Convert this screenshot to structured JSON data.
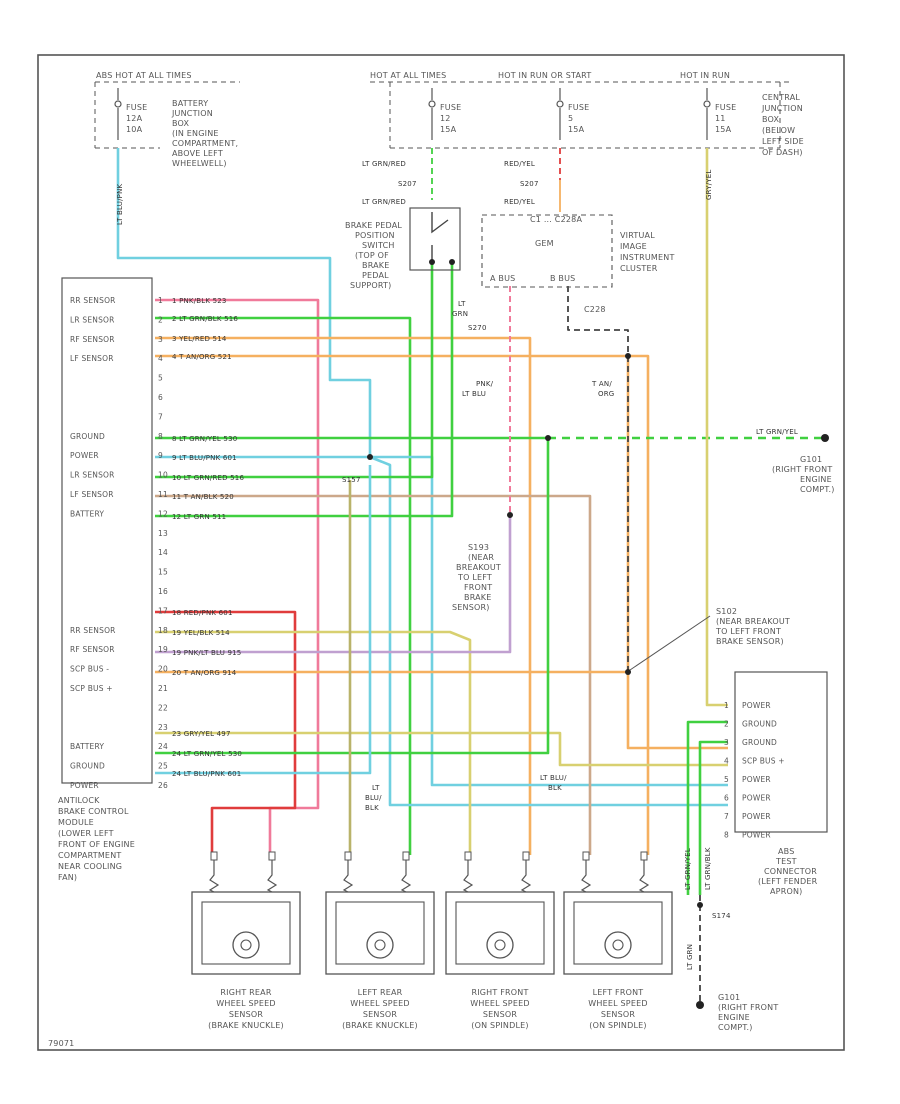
{
  "fuses": [
    {
      "header": "ABS HOT AT ALL TIMES",
      "fuse": [
        "FUSE",
        "12A",
        "10A"
      ]
    },
    {
      "header": "HOT AT ALL TIMES",
      "fuse": [
        "FUSE",
        "12",
        "15A"
      ]
    },
    {
      "header": "HOT IN RUN OR START",
      "fuse": [
        "FUSE",
        "5",
        "15A"
      ]
    },
    {
      "header": "HOT IN RUN",
      "fuse": [
        "FUSE",
        "11",
        "15A"
      ]
    }
  ],
  "locations": {
    "battery_jb": [
      "BATTERY",
      "JUNCTION",
      "BOX",
      "(IN ENGINE",
      "COMPARTMENT,",
      "ABOVE LEFT",
      "WHEELWELL)"
    ],
    "central_jb": [
      "CENTRAL",
      "JUNCTION",
      "BOX",
      "(BELOW",
      "LEFT SIDE",
      "OF DASH)"
    ]
  },
  "wires_top": {
    "lt_grn_red_1": "LT GRN/RED",
    "s_207": "S207",
    "lt_grn_red_2": "LT GRN/RED",
    "red_yel_1": "RED/YEL",
    "s_207b": "S207",
    "red_yel_2": "RED/YEL",
    "lt_blu_pnk": "LT BLU/PNK",
    "gry_yel": "GRY/YEL"
  },
  "brake_switch": [
    "BRAKE PEDAL",
    "POSITION",
    "SWITCH",
    "(TOP OF",
    "BRAKE",
    "PEDAL",
    "SUPPORT)"
  ],
  "cluster": {
    "top": "C1 ... C228A",
    "gem": "GEM",
    "abus": "A BUS",
    "bbus": "B BUS",
    "c228": "C228",
    "label": [
      "VIRTUAL",
      "IMAGE",
      "INSTRUMENT",
      "CLUSTER"
    ]
  },
  "module": {
    "pins": [
      "RR SENSOR",
      "LR SENSOR",
      "RF SENSOR",
      "LF SENSOR",
      "",
      "",
      "",
      "GROUND",
      "POWER",
      "LR SENSOR",
      "LF SENSOR",
      "BATTERY",
      "",
      "",
      "",
      "",
      "",
      "RR SENSOR",
      "RF SENSOR",
      "SCP BUS -",
      "SCP BUS +",
      "",
      "",
      "BATTERY",
      "GROUND",
      "POWER"
    ],
    "label": [
      "ANTILOCK",
      "BRAKE CONTROL",
      "MODULE",
      "(LOWER LEFT",
      "FRONT OF ENGINE",
      "COMPARTMENT",
      "NEAR COOLING",
      "FAN)"
    ]
  },
  "wire_labels": [
    "1  PNK/BLK  523",
    "2  LT GRN/BLK  516",
    "3  YEL/RED  514",
    "4  T AN/ORG  521",
    "8  LT GRN/YEL  530",
    "9  LT BLU/PNK  601",
    "10  LT GRN/RED  516",
    "11  T AN/BLK  520",
    "12  LT GRN  511",
    "18  RED/PNK  601",
    "19  YEL/BLK  514",
    "19  PNK/LT BLU  915",
    "20  T AN/ORG  914",
    "23  GRY/YEL  497",
    "24  LT GRN/YEL  530",
    "24  LT BLU/PNK  601"
  ],
  "splices": {
    "lt_grn_s270": [
      "LT",
      "GRN",
      "S270"
    ],
    "pnk_lt_blu": [
      "PNK/",
      "LT BLU"
    ],
    "tan_org": [
      "T AN/",
      "ORG"
    ],
    "s157": "S157",
    "s193": [
      "S193",
      "(NEAR",
      "BREAKOUT",
      "TO LEFT",
      "FRONT",
      "BRAKE",
      "SENSOR)"
    ],
    "s102": [
      "S102",
      "(NEAR BREAKOUT",
      "TO LEFT FRONT",
      "BRAKE SENSOR)"
    ],
    "g101": [
      "G101",
      "(RIGHT FRONT",
      "ENGINE",
      "COMPT.)"
    ],
    "g101b": [
      "G101",
      "(RIGHT FRONT",
      "ENGINE",
      "COMPT.)"
    ],
    "ground_wire": "LT GRN/YEL",
    "lt_blu_blk_1": [
      "LT",
      "BLU/",
      "BLK"
    ],
    "lt_blu_blk_2": [
      "LT BLU/",
      "BLK"
    ],
    "s174": "S174",
    "lt_grn_v": "LT GRN",
    "lt_grn_yel_v": "LT GRN/YEL",
    "lt_grn_blk_v": "LT GRN/BLK"
  },
  "test_conn": {
    "pins": [
      "POWER",
      "GROUND",
      "GROUND",
      "SCP BUS +",
      "POWER",
      "POWER",
      "POWER",
      "POWER"
    ],
    "label": [
      "ABS",
      "TEST",
      "CONNECTOR",
      "(LEFT FENDER",
      "APRON)"
    ]
  },
  "sensors": [
    {
      "label": [
        "RIGHT REAR",
        "WHEEL SPEED",
        "SENSOR",
        "(BRAKE KNUCKLE)"
      ]
    },
    {
      "label": [
        "LEFT REAR",
        "WHEEL SPEED",
        "SENSOR",
        "(BRAKE KNUCKLE)"
      ]
    },
    {
      "label": [
        "RIGHT FRONT",
        "WHEEL SPEED",
        "SENSOR",
        "(ON SPINDLE)"
      ]
    },
    {
      "label": [
        "LEFT FRONT",
        "WHEEL SPEED",
        "SENSOR",
        "(ON SPINDLE)"
      ]
    }
  ],
  "footer": "79071",
  "colors": {
    "pink": "#f07a9a",
    "green": "#40d040",
    "orange": "#f5b060",
    "yellow": "#d8d070",
    "cyan": "#70d0e0",
    "red": "#e03c3c",
    "tan": "#cca88a",
    "olive": "#b9b36a",
    "gray": "#888888"
  }
}
